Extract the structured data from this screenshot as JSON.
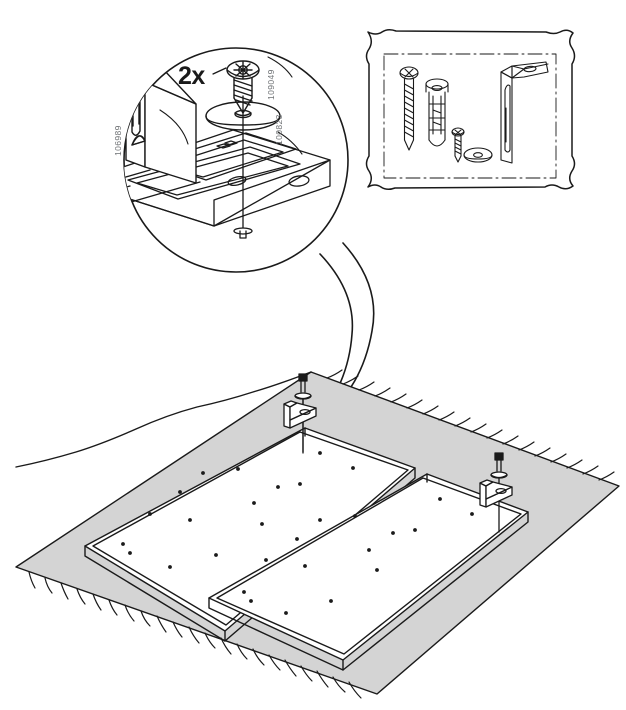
{
  "document": {
    "type": "assembly-instruction",
    "brand_style": "flat-pack furniture manual",
    "page_background": "#ffffff",
    "line_color": "#1a1a1a",
    "rug_fill": "#d4d4d4",
    "panel_fill": "#ffffff",
    "label_color": "#6d7073"
  },
  "callout": {
    "name": "magnified-detail-circle",
    "quantity_label": "2x",
    "description": "Magnified view of L-bracket fastened to panel edge with screw and washer"
  },
  "part_numbers": {
    "bracket": "106989",
    "screw": "109049",
    "washer": "100823"
  },
  "parts_box": {
    "name": "hardware-inventory-box",
    "items": [
      {
        "id": "long-screw",
        "label": "long wood screw"
      },
      {
        "id": "wall-plug",
        "label": "wall anchor plug"
      },
      {
        "id": "short-screw",
        "label": "short pan-head screw"
      },
      {
        "id": "washer",
        "label": "flat washer"
      },
      {
        "id": "l-bracket",
        "label": "metal L-bracket"
      }
    ]
  },
  "main_scene": {
    "name": "panels-on-rug",
    "surface": "rug-with-fringe",
    "panels": [
      {
        "id": "panel-left",
        "label": "side panel left"
      },
      {
        "id": "panel-right",
        "label": "side panel right"
      }
    ],
    "bracket_positions": [
      {
        "id": "bracket-assembly-top",
        "label": "bracket with screw at upper panel corner"
      },
      {
        "id": "bracket-assembly-right",
        "label": "bracket with screw at lower panel corner"
      }
    ]
  }
}
